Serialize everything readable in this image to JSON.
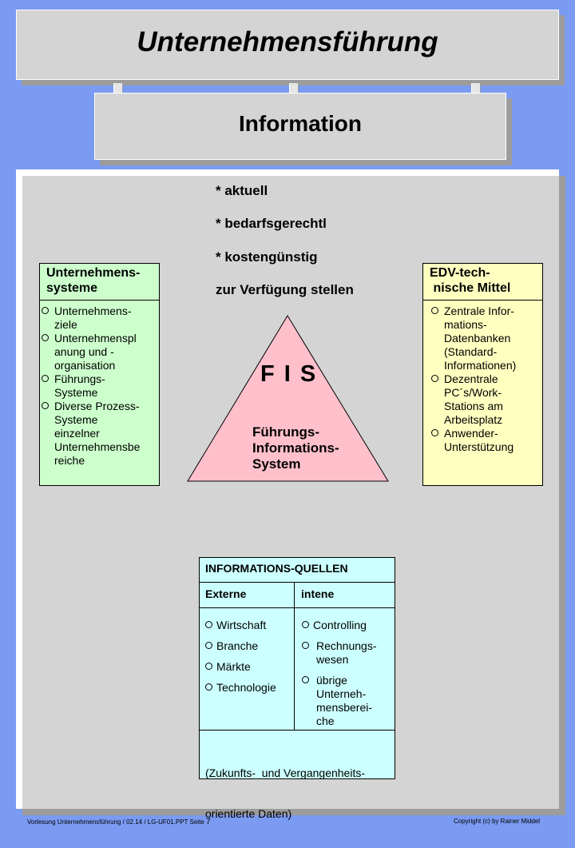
{
  "title": "Unternehmensführung",
  "info": "Information",
  "requirements": [
    "* aktuell",
    "* bedarfsgerechtl",
    "* kostengünstig",
    "zur Verfügung stellen"
  ],
  "left_box": {
    "title": [
      "Unternehmens-",
      "systeme"
    ],
    "items": [
      [
        "Unternehmens-",
        "ziele"
      ],
      [
        "Unternehmenspl",
        "anung und -",
        "organisation"
      ],
      [
        "Führungs-",
        "Systeme"
      ],
      [
        "Diverse Prozess-",
        "Systeme",
        "einzelner",
        "Unternehmensbe",
        "reiche"
      ]
    ]
  },
  "right_box": {
    "title": [
      "EDV-tech-",
      " nische Mittel"
    ],
    "items": [
      [
        "Zentrale Infor-",
        "mations-",
        "Datenbanken",
        "(Standard-",
        "Informationen)"
      ],
      [
        "Dezentrale",
        "PC´s/Work-",
        "Stations am",
        "Arbeitsplatz"
      ],
      [
        "Anwender-",
        "Unterstützung"
      ]
    ]
  },
  "fis": {
    "short": "F I S",
    "full": [
      "Führungs-",
      "Informations-",
      "System"
    ]
  },
  "sources": {
    "title": "INFORMATIONS-QUELLEN",
    "col1_head": "Externe",
    "col2_head": "intene",
    "col1_items": [
      [
        "Wirtschaft"
      ],
      [
        "Branche"
      ],
      [
        "Märkte"
      ],
      [
        "Technologie"
      ]
    ],
    "col2_items": [
      [
        "Controlling"
      ],
      [
        "Rechnungs-",
        "wesen"
      ],
      [
        "übrige",
        "Unterneh-",
        "mensberei-",
        "che"
      ]
    ],
    "footnote": [
      "(Zukunfts-  und Vergangenheits-",
      "orientierte Daten)"
    ]
  },
  "footer_left": "Vorlesung Unternehmensführung   / 02.14  / LG-UF01.PPT  Seite",
  "page_number": "7",
  "footer_right": "Copyright  (c) by Rainer  Middel",
  "colors": {
    "background": "#7b9bf2",
    "panel": "#d4d4d4",
    "left_box": "#ccffcc",
    "right_box": "#ffffc0",
    "triangle": "#ffc0cb",
    "sources": "#ccffff"
  }
}
